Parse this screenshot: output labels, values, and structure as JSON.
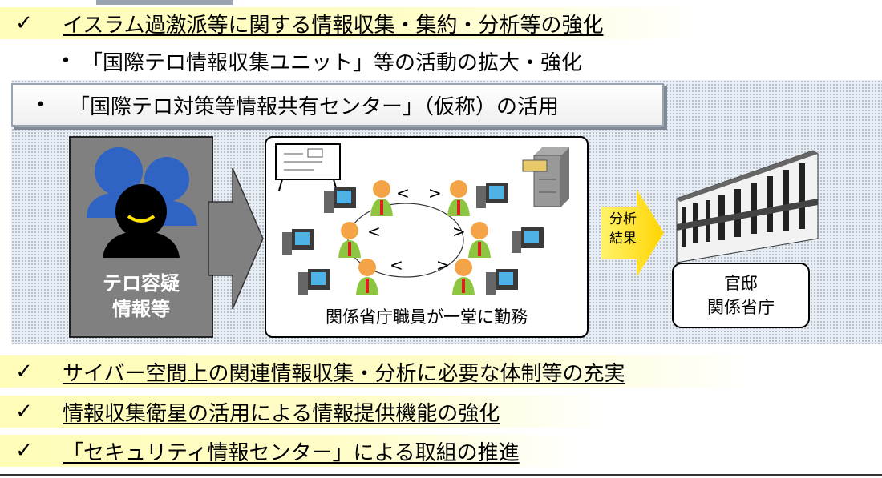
{
  "items": {
    "check_mark": "✓",
    "bullet": "•",
    "item1": "イスラム過激派等に関する情報収集・集約・分析等の強化",
    "sub1": "「国際テロ情報収集ユニット」等の活動の拡大・強化",
    "sub2": "「国際テロ対策等情報共有センター」（仮称）の活用",
    "item2": "サイバー空間上の関連情報収集・分析に必要な体制等の充実",
    "item3": "情報収集衛星の活用による情報提供機能の強化",
    "item4": "「セキュリティ情報センター」による取組の推進"
  },
  "diagram": {
    "suspect_label_1": "テロ容疑",
    "suspect_label_2": "情報等",
    "office_label": "関係省庁職員が一堂に勤務",
    "arrow_label_1": "分析",
    "arrow_label_2": "結果",
    "dest_label_1": "官邸",
    "dest_label_2": "関係省庁"
  },
  "colors": {
    "highlight": "#fffdb8",
    "grey_panel": "#808080",
    "staff_green": "#8cc63f",
    "skin": "#f5a347",
    "tie_red": "#e02020",
    "arrow_yellow": "#ffe400",
    "silhouette_blue": "#2f63c4"
  }
}
